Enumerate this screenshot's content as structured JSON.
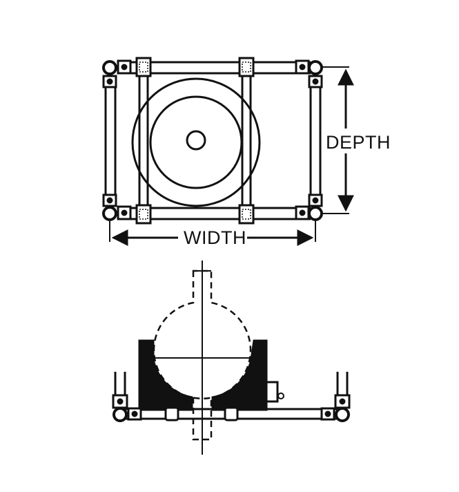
{
  "labels": {
    "depth": "DEPTH",
    "width": "WIDTH"
  },
  "colors": {
    "ink": "#111111",
    "paper": "#ffffff"
  },
  "views": {
    "top": {
      "type": "top-view",
      "shows": [
        "frame",
        "corner-clamps",
        "bar-clamps",
        "vessel-rings"
      ]
    },
    "side": {
      "type": "section-view",
      "shows": [
        "cradle-block",
        "flask",
        "frame",
        "clamps",
        "actuator"
      ]
    }
  }
}
